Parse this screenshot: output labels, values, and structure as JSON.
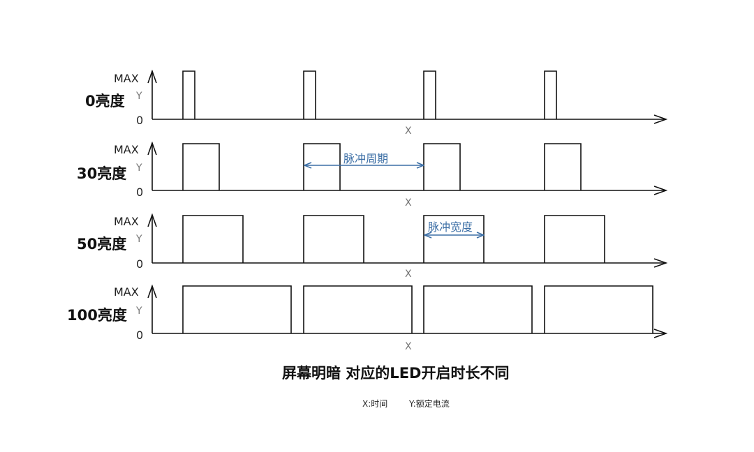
{
  "rows": [
    {
      "label": "0亮度",
      "max_label": "MAX",
      "y_label": "Y",
      "zero_label": "0",
      "x_label": "X",
      "duty": 0.1
    },
    {
      "label": "30亮度",
      "max_label": "MAX",
      "y_label": "Y",
      "zero_label": "0",
      "x_label": "X",
      "duty": 0.3
    },
    {
      "label": "50亮度",
      "max_label": "MAX",
      "y_label": "Y",
      "zero_label": "0",
      "x_label": "X",
      "duty": 0.5
    },
    {
      "label": "100亮度",
      "max_label": "MAX",
      "y_label": "Y",
      "zero_label": "0",
      "x_label": "X",
      "duty": 0.9
    }
  ],
  "annotations": {
    "period": "脉冲周期",
    "width": "脉冲宽度"
  },
  "caption": "屏幕明暗  对应的LED开启时长不同",
  "legend": {
    "x": "X:时间",
    "y": "Y:额定电流"
  },
  "colors": {
    "line": "#111111",
    "annotation": "#3b6ea5"
  }
}
